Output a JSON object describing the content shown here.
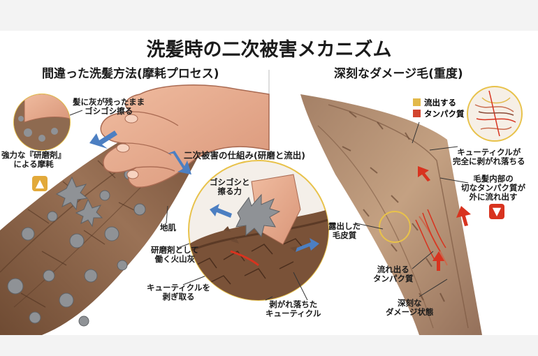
{
  "title": "洗髪時の二次被害メカニズム",
  "left": {
    "heading": "間違った洗髪方法(摩耗プロセス)",
    "callout_ash": [
      "髪に灰が残ったまま",
      "ゴシゴシ擦る"
    ],
    "callout_abrasive": [
      "強力な『研磨剤』",
      "による摩耗"
    ],
    "label_scalp": "地肌"
  },
  "center": {
    "heading": "二次被害の仕組み(研磨と流出)",
    "label_force": [
      "ゴシゴシと",
      "擦る力"
    ],
    "label_ash": [
      "研磨剤として",
      "働く火山灰"
    ],
    "label_strip": [
      "キューティクルを",
      "剥ぎ取る"
    ],
    "label_peeled": [
      "剥がれ落ちた",
      "キューティクル"
    ]
  },
  "right": {
    "heading": "深刻なダメージ毛(重度)",
    "legend": [
      {
        "label": "流出する",
        "color": "#e2b94a"
      },
      {
        "label": "タンパク質",
        "color": "#d2452f"
      }
    ],
    "label_cuticle_off": [
      "キューティクルが",
      "完全に剥がれ落ちる"
    ],
    "label_protein_out": [
      "毛髪内部の",
      "切なタンパク質が",
      "外に流れ出す"
    ],
    "label_cortex": [
      "露出した",
      "毛皮質"
    ],
    "label_flowing": [
      "流れ出る",
      "タンパク質"
    ],
    "label_severe": [
      "深刻な",
      "ダメージ状態"
    ]
  },
  "colors": {
    "hair": "#8a6347",
    "hair_dark": "#5e3f2b",
    "skin": "#e6a98a",
    "ash": "#8f9296",
    "arrow_blue": "#4c7fc2",
    "arrow_red": "#d8331f",
    "ring": "#e8c24a",
    "thumb_up": "#e2a93a",
    "thumb_down": "#d8331f"
  },
  "icons": [
    "thumbs-up-icon",
    "thumbs-down-icon",
    "direction-arrow-icon",
    "protein-fiber-icon"
  ]
}
